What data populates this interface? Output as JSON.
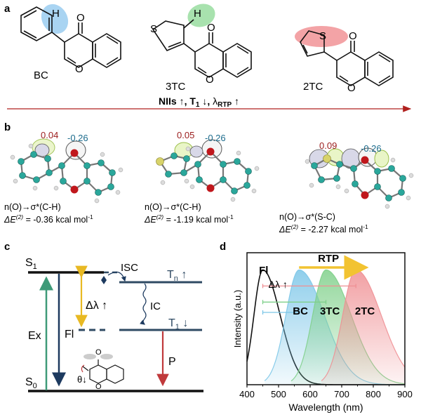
{
  "panel_labels": {
    "a": "a",
    "b": "b",
    "c": "c",
    "d": "d"
  },
  "panel_a": {
    "molecules": [
      {
        "name": "BC",
        "highlight_atom": "H",
        "highlight_color": "#a9d4f2"
      },
      {
        "name": "3TC",
        "highlight_atom": "H",
        "highlight_color": "#a8e2ae",
        "hetero": "S"
      },
      {
        "name": "2TC",
        "highlight_atom": "S",
        "highlight_color": "#f3a3a6",
        "hetero": "S"
      }
    ],
    "carbonyl_O": "O",
    "ring_O": "O",
    "trend": {
      "nlls": "NIIs",
      "t1": "T",
      "t1_sub": "1",
      "lambda": "λ",
      "lambda_sub": "RTP",
      "up": "↑",
      "down": "↓",
      "comma": ","
    }
  },
  "panel_b": {
    "structures": [
      {
        "left_value": "0.04",
        "right_value": "-0.26",
        "interaction": "n(O)→σ*(C-H)",
        "energy_prefix": "ΔE",
        "energy_sup": "(2)",
        "energy_value": " = -0.36 kcal mol",
        "energy_unit_sup": "-1"
      },
      {
        "left_value": "0.05",
        "right_value": "-0.26",
        "interaction": "n(O)→σ*(C-H)",
        "energy_prefix": "ΔE",
        "energy_sup": "(2)",
        "energy_value": " = -1.19 kcal mol",
        "energy_unit_sup": "-1"
      },
      {
        "left_value": "0.09",
        "right_value": "-0.26",
        "interaction": "n(O)→σ*(S-C)",
        "energy_prefix": "ΔE",
        "energy_sup": "(2)",
        "energy_value": " = -2.27 kcal mol",
        "energy_unit_sup": "-1"
      }
    ],
    "colors": {
      "carbon": "#2aa79b",
      "oxygen": "#c0171c",
      "sulfur": "#d8d36a",
      "hydrogen": "#d8d8d8",
      "positive_value": "#9b1c1c",
      "negative_value": "#1b6b8c"
    }
  },
  "panel_c": {
    "s1": "S",
    "s1_sub": "1",
    "s0": "S",
    "s0_sub": "0",
    "tn": "T",
    "tn_sub": "n",
    "tn_arrow": "↑",
    "t1": "T",
    "t1_sub": "1",
    "t1_arrow": "↓",
    "isc": "ISC",
    "ic": "IC",
    "ex": "Ex",
    "fl": "Fl",
    "p": "P",
    "delta_lambda": "Δλ",
    "delta_arrow": "↑",
    "theta": "θ",
    "theta_arrow": "↓",
    "carbonyl_O": "O",
    "ring_O": "O"
  },
  "panel_d": {
    "chart_data": {
      "type": "line",
      "xlabel": "Wavelength (nm)",
      "ylabel": "Intensity (a.u.)",
      "xlim": [
        400,
        900
      ],
      "x_ticks": [
        400,
        500,
        600,
        700,
        800,
        900
      ],
      "ylim": [
        0,
        1.15
      ],
      "series": [
        {
          "name": "Fl",
          "peak": 450,
          "color": "#111111",
          "fill": false
        },
        {
          "name": "BC",
          "peak": 565,
          "color": "#7cc6e8",
          "fill": true
        },
        {
          "name": "3TC",
          "peak": 650,
          "color": "#7fd08a",
          "fill": true
        },
        {
          "name": "2TC",
          "peak": 745,
          "color": "#ef8f93",
          "fill": true
        }
      ],
      "annotations": {
        "rtp": "RTP",
        "delta_lambda": "Δλ",
        "delta_arrow": "↑",
        "rtp_arrow_color": "#f2c331"
      }
    }
  }
}
